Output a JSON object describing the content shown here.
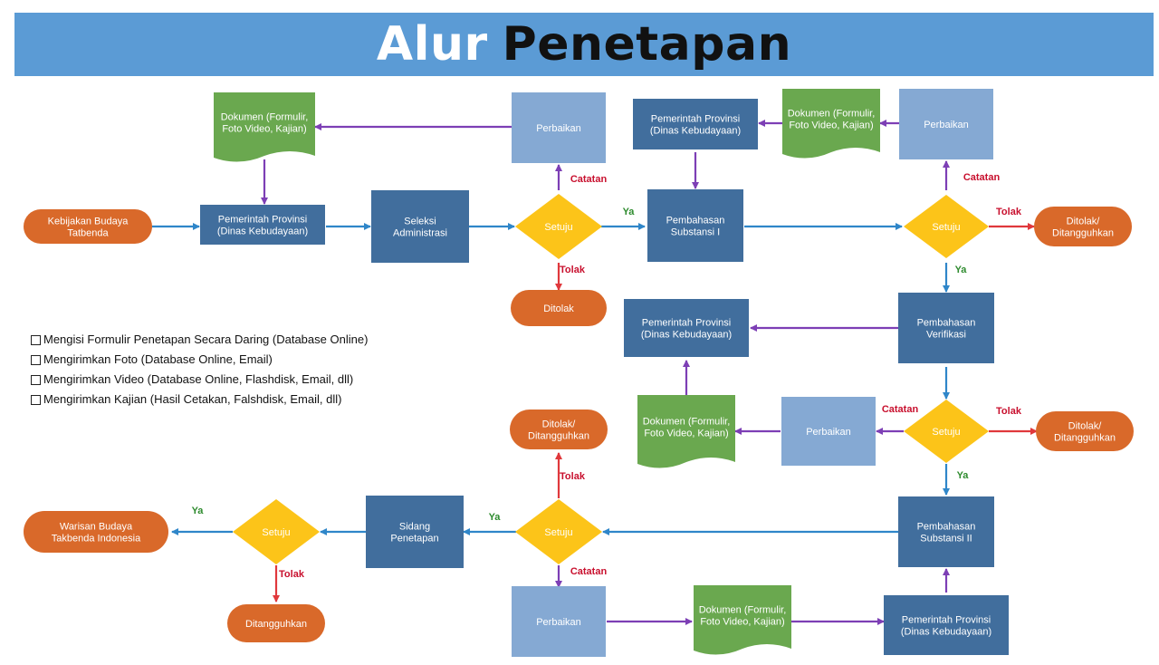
{
  "title": {
    "part1": "Alur",
    "part2": "Penetapan"
  },
  "colors": {
    "title_bar": "#5b9bd5",
    "process": "#416e9d",
    "revision": "#85a9d3",
    "decision": "#fcc419",
    "document": "#6aa84f",
    "terminal": "#d9692a",
    "arrow_blue": "#2f86c9",
    "arrow_purple": "#7d3fb5",
    "arrow_red": "#e0383c",
    "label_red": "#c8102e",
    "label_green": "#2e8b2e"
  },
  "nodes": {
    "start": "Kebijakan Budaya Tatbenda",
    "pemprov_1": "Pemerintah Provinsi (Dinas Kebudayaan)",
    "seleksi": "Seleksi Administrasi",
    "setuju_1": "Setuju",
    "ditolak_1": "Ditolak",
    "perbaikan_1": "Perbaikan",
    "dokumen_1": "Dokumen (Formulir, Foto Video, Kajian)",
    "pembahasan_1": "Pembahasan Substansi I",
    "pemprov_2": "Pemerintah Provinsi (Dinas Kebudayaan)",
    "dokumen_2": "Dokumen (Formulir, Foto Video, Kajian)",
    "perbaikan_2": "Perbaikan",
    "setuju_2": "Setuju",
    "ditolak_2": "Ditolak/ Ditangguhkan",
    "pembahasan_verif": "Pembahasan Verifikasi",
    "pemprov_3": "Pemerintah Provinsi (Dinas Kebudayaan)",
    "dokumen_3": "Dokumen (Formulir, Foto Video, Kajian)",
    "perbaikan_3": "Perbaikan",
    "setuju_3": "Setuju",
    "ditolak_3": "Ditolak/ Ditangguhkan",
    "pembahasan_2": "Pembahasan Substansi II",
    "setuju_4": "Setuju",
    "ditolak_4": "Ditolak/ Ditangguhkan",
    "perbaikan_4": "Perbaikan",
    "dokumen_4": "Dokumen (Formulir, Foto Video, Kajian)",
    "pemprov_4": "Pemerintah Provinsi (Dinas Kebudayaan)",
    "sidang": "Sidang Penetapan",
    "setuju_5": "Setuju",
    "warisan": "Warisan Budaya Takbenda Indonesia",
    "ditangguhkan": "Ditangguhkan"
  },
  "edge_labels": {
    "catatan": "Catatan",
    "tolak": "Tolak",
    "ya": "Ya"
  },
  "notes": [
    "Mengisi Formulir Penetapan Secara Daring (Database Online)",
    "Mengirimkan Foto (Database Online, Email)",
    "Mengirimkan Video (Database Online, Flashdisk, Email, dll)",
    "Mengirimkan Kajian (Hasil Cetakan, Falshdisk, Email, dll)"
  ]
}
